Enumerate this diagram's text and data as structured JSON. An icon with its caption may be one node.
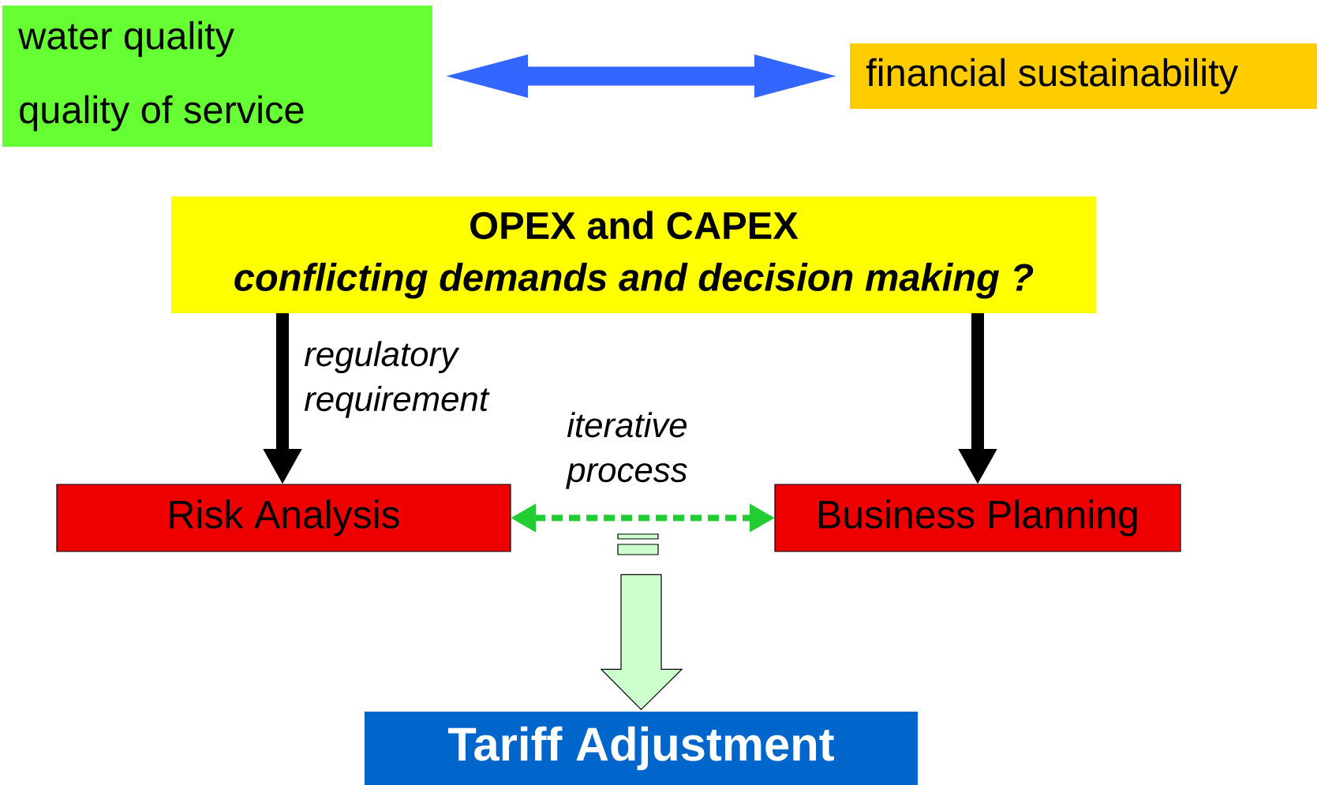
{
  "diagram": {
    "nodes": [
      {
        "text": [
          "water quality",
          "quality of service"
        ]
      },
      {
        "text": [
          "financial sustainability"
        ]
      },
      {
        "text": [
          "OPEX and CAPEX",
          "conflicting demands and decision making ?"
        ]
      },
      {
        "text": [
          "Risk Analysis"
        ]
      },
      {
        "text": [
          "Business Planning"
        ]
      },
      {
        "text": [
          "Tariff Adjustment"
        ]
      }
    ],
    "edges": [
      {
        "from": 0,
        "to": 1,
        "arrow": "both",
        "color": "#3366ff"
      },
      {
        "from": 2,
        "to": 3,
        "arrow": "to",
        "label": "regulatory requirement"
      },
      {
        "from": 2,
        "to": 4,
        "arrow": "to"
      },
      {
        "from": 3,
        "to": 4,
        "arrow": "both",
        "style": "dashed",
        "color": "#22cc33",
        "label": "iterative process"
      },
      {
        "from": null,
        "to": 5,
        "arrow": "to",
        "color": "#ccffcc"
      }
    ]
  }
}
